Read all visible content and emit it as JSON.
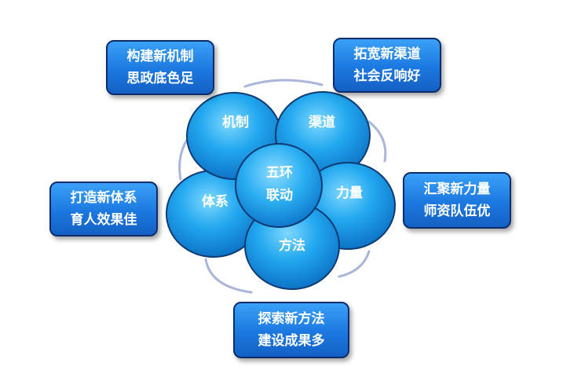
{
  "center": {
    "line1": "五环",
    "line2": "联动"
  },
  "petals": {
    "mechanism": "机制",
    "channel": "渠道",
    "system": "体系",
    "force": "力量",
    "method": "方法"
  },
  "boxes": {
    "top_left": {
      "line1": "构建新机制",
      "line2": "思政底色足"
    },
    "top_right": {
      "line1": "拓宽新渠道",
      "line2": "社会反响好"
    },
    "left": {
      "line1": "打造新体系",
      "line2": "育人效果佳"
    },
    "right": {
      "line1": "汇聚新力量",
      "line2": "师资队伍优"
    },
    "bottom": {
      "line1": "探索新方法",
      "line2": "建设成果多"
    }
  },
  "colors": {
    "circle_light": "#6fd0ff",
    "circle_mid": "#1aa3ec",
    "circle_dark": "#0a6fc4",
    "circle_border": "#0f3a73",
    "box_border": "#0d2c6b",
    "arc": "#a9b6d9"
  }
}
